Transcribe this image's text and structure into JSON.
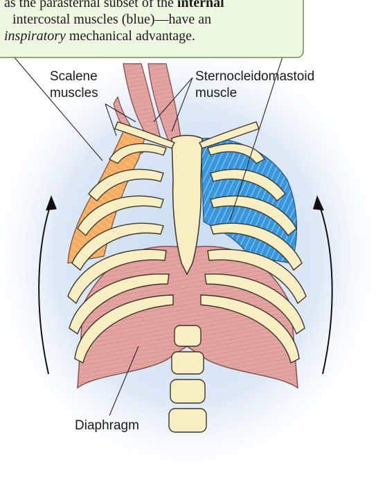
{
  "callout": {
    "line1_pre": "as the parasternal subset of the ",
    "line1_bold": "internal",
    "line2": "intercostal muscles (blue)—have an",
    "line3_ital": "inspiratory",
    "line3_post": " mechanical advantage."
  },
  "labels": {
    "scalene_line1": "Scalene",
    "scalene_line2": "muscles",
    "scm_line1": "Sternocleidomastoid",
    "scm_line2": "muscle",
    "diaphragm": "Diaphragm"
  },
  "colors": {
    "callout_fill": "#eef7e2",
    "callout_stroke": "#6f8c4c",
    "background_glow": "#cfe0f3",
    "rib": "#f8eec3",
    "rib_outline": "#3b3427",
    "muscle_pink": "#e4a0a0",
    "scalene_orange": "#f3aa5a",
    "intercostal_blue": "#2f90d8"
  }
}
